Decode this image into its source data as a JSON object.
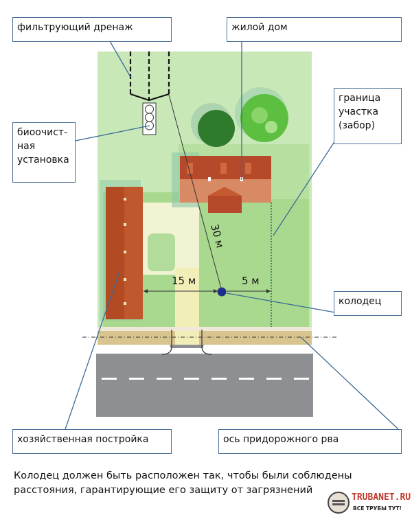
{
  "labels": {
    "drainage": "фильтрующий дренаж",
    "house": "жилой дом",
    "fence": "граница участка (забор)",
    "bio": "биоочист-ная установка",
    "well": "колодец",
    "outbuilding": "хозяйственная постройка",
    "ditch_axis": "ось придорожного рва"
  },
  "distances": {
    "to_bio": "30 м",
    "to_outbuilding": "15 м",
    "to_fence": "5 м"
  },
  "caption": "Колодец должен быть расположен так, чтобы были соблюдены расстояния, гарантирующие его защиту от загрязнений",
  "logo": {
    "name": "TRUBANET.RU",
    "tagline": "ВСЕ ТРУБЫ ТУТ!"
  },
  "colors": {
    "lawn": "#a9d98f",
    "lawn_light": "#c9e8b8",
    "roof": "#b5492a",
    "road": "#8d8f93",
    "leader": "#3d6b95"
  }
}
